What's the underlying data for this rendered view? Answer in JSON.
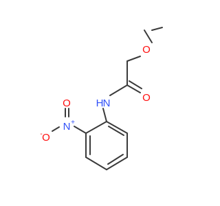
{
  "molecule": {
    "atoms": {
      "o_ether": "O",
      "o_carbonyl": "O",
      "n_amide": "N",
      "h_amide": "H",
      "n_nitro": "N",
      "nitro_plus": "+",
      "o_nitro_top": "O",
      "o_nitro_left": "O",
      "nitro_minus": "-"
    },
    "colors": {
      "bond": "#3a3a3a",
      "oxygen": "#ff0d0d",
      "nitrogen": "#3050f8"
    }
  }
}
